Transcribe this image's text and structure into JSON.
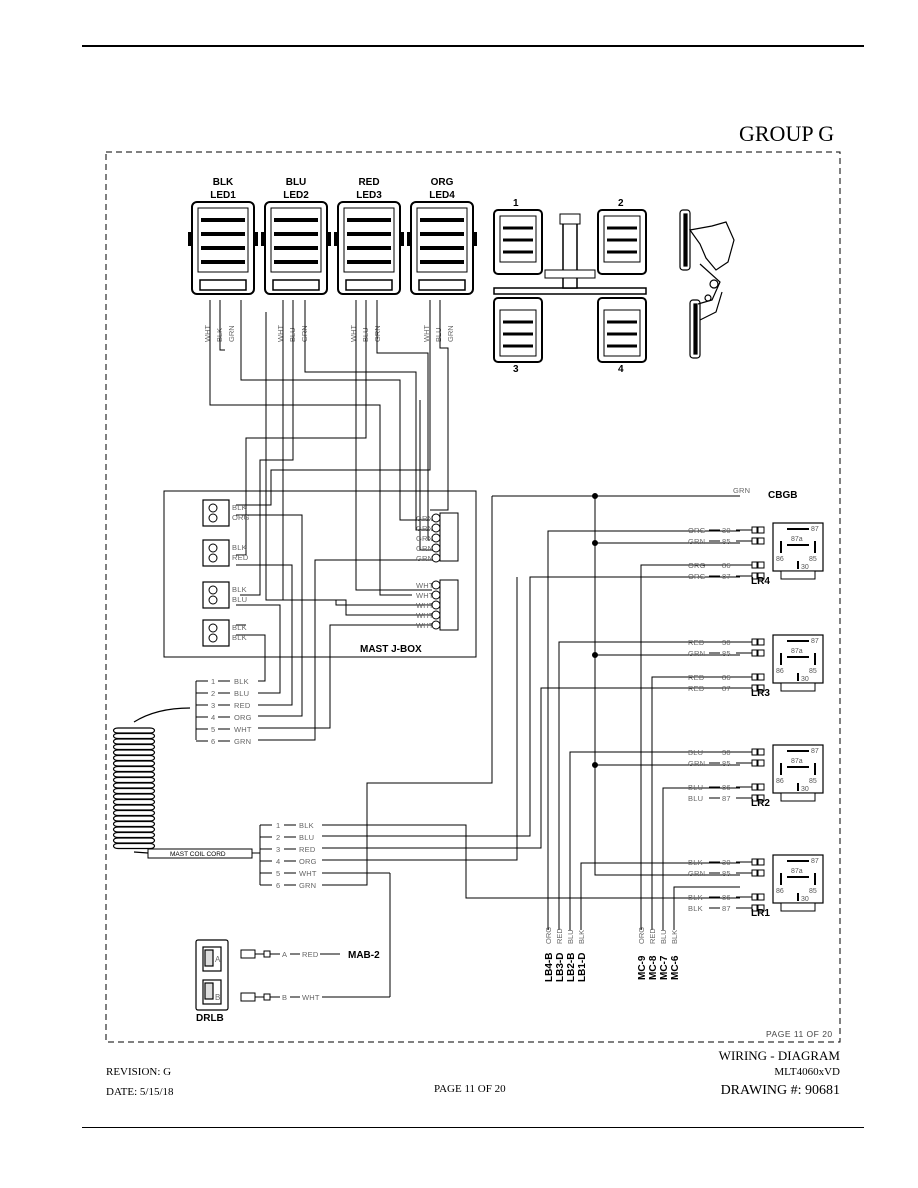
{
  "header": {
    "group_title": "GROUP G"
  },
  "lights": [
    {
      "color": "BLK",
      "name": "LED1",
      "wires": [
        "WHT",
        "BLK",
        "GRN"
      ]
    },
    {
      "color": "BLU",
      "name": "LED2",
      "wires": [
        "WHT",
        "BLU",
        "GRN"
      ]
    },
    {
      "color": "RED",
      "name": "LED3",
      "wires": [
        "WHT",
        "BLU",
        "GRN"
      ]
    },
    {
      "color": "ORG",
      "name": "LED4",
      "wires": [
        "WHT",
        "BLU",
        "GRN"
      ]
    }
  ],
  "mast_positions": [
    "1",
    "2",
    "3",
    "4"
  ],
  "jbox": {
    "label": "MAST J-BOX",
    "connectors": [
      [
        "BLK",
        "ORG"
      ],
      [
        "BLK",
        "RED"
      ],
      [
        "BLK",
        "BLU"
      ],
      [
        "BLK",
        "BLK"
      ]
    ],
    "grn_block": [
      "GRN",
      "GRN",
      "GRN",
      "GRN",
      "GRN"
    ],
    "wht_block": [
      "WHT",
      "WHT",
      "WHT",
      "WHT",
      "WHT"
    ]
  },
  "terminal_top": [
    {
      "num": "1",
      "color": "BLK"
    },
    {
      "num": "2",
      "color": "BLU"
    },
    {
      "num": "3",
      "color": "RED"
    },
    {
      "num": "4",
      "color": "ORG"
    },
    {
      "num": "5",
      "color": "WHT"
    },
    {
      "num": "6",
      "color": "GRN"
    }
  ],
  "terminal_bottom": [
    {
      "num": "1",
      "color": "BLK"
    },
    {
      "num": "2",
      "color": "BLU"
    },
    {
      "num": "3",
      "color": "RED"
    },
    {
      "num": "4",
      "color": "ORG"
    },
    {
      "num": "5",
      "color": "WHT"
    },
    {
      "num": "6",
      "color": "GRN"
    }
  ],
  "coil_cord_label": "MAST COIL CORD",
  "cbgb": {
    "label": "CBGB",
    "wire": "GRN"
  },
  "relays": [
    {
      "name": "LR4",
      "pins": [
        [
          "ORG",
          "30"
        ],
        [
          "GRN",
          "85"
        ],
        [
          "ORG",
          "86"
        ],
        [
          "ORG",
          "87"
        ]
      ]
    },
    {
      "name": "LR3",
      "pins": [
        [
          "RED",
          "30"
        ],
        [
          "GRN",
          "85"
        ],
        [
          "RED",
          "86"
        ],
        [
          "RED",
          "87"
        ]
      ]
    },
    {
      "name": "LR2",
      "pins": [
        [
          "BLU",
          "30"
        ],
        [
          "GRN",
          "85"
        ],
        [
          "BLU",
          "86"
        ],
        [
          "BLU",
          "87"
        ]
      ]
    },
    {
      "name": "LR1",
      "pins": [
        [
          "BLK",
          "30"
        ],
        [
          "GRN",
          "85"
        ],
        [
          "BLK",
          "86"
        ],
        [
          "BLK",
          "87"
        ]
      ]
    }
  ],
  "relay_symbol": {
    "p87": "87",
    "p87a": "87a",
    "p86": "86",
    "p85": "85",
    "p30": "30"
  },
  "lb_wires": [
    "ORG",
    "RED",
    "BLU",
    "BLK"
  ],
  "lb_labels": [
    "LB4-B",
    "LB3-D",
    "LB2-B",
    "LB1-D"
  ],
  "mc_wires": [
    "ORG",
    "RED",
    "BLU",
    "BLK"
  ],
  "mc_labels": [
    "MC-9",
    "MC-8",
    "MC-7",
    "MC-6"
  ],
  "drlb": {
    "label": "DRLB",
    "pin_a": "A",
    "pin_b": "B",
    "wire_a": {
      "pin": "A",
      "color": "RED"
    },
    "wire_b": {
      "pin": "B",
      "color": "WHT"
    }
  },
  "mab": {
    "label": "MAB-2"
  },
  "page_box_label": "PAGE 11 OF 20",
  "footer": {
    "revision": "REVISION: G",
    "date": "DATE: 5/15/18",
    "page": "PAGE 11 OF 20",
    "title": "WIRING - DIAGRAM",
    "model": "MLT4060xVD",
    "drawing": "DRAWING #: 90681"
  }
}
